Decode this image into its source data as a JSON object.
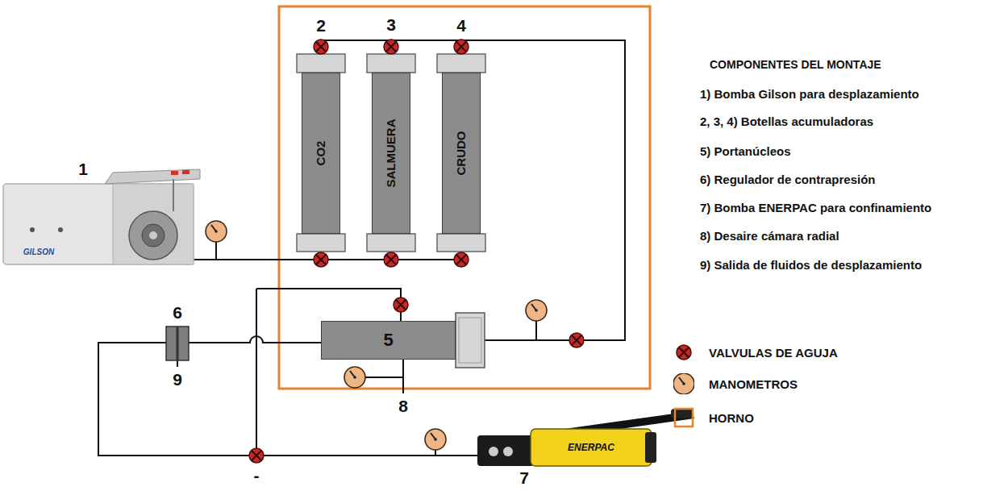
{
  "diagram": {
    "nodes": [
      {
        "text": [
          "CO2"
        ]
      },
      {
        "text": [
          "SALMUERA"
        ]
      },
      {
        "text": [
          "CRUDO"
        ]
      },
      {
        "text": [
          "5"
        ]
      }
    ],
    "edges": [
      {
        "from": 0,
        "to": 3,
        "arrow": "none"
      },
      {
        "from": 1,
        "to": 3,
        "arrow": "none"
      },
      {
        "from": 2,
        "to": 3,
        "arrow": "none"
      }
    ],
    "labels": [
      "2",
      "3",
      "4",
      "1",
      "GILSON",
      "COMPONENTES DEL MONTAJE",
      "1) Bomba Gilson para desplazamiento",
      "2, 3, 4) Botellas acumuladoras",
      "5) Portanúcleos",
      "6) Regulador de contrapresión",
      "7) Bomba ENERPAC para confinamiento",
      "8) Desaire cámara radial",
      "9) Salida de fluidos de desplazamiento",
      "6",
      "9",
      "8",
      "-",
      "7",
      "ENERPAC"
    ],
    "legend": [
      {
        "text": "VALVULAS DE AGUJA"
      },
      {
        "text": "MANOMETROS"
      },
      {
        "text": "HORNO",
        "color": "#e8822d"
      }
    ]
  }
}
